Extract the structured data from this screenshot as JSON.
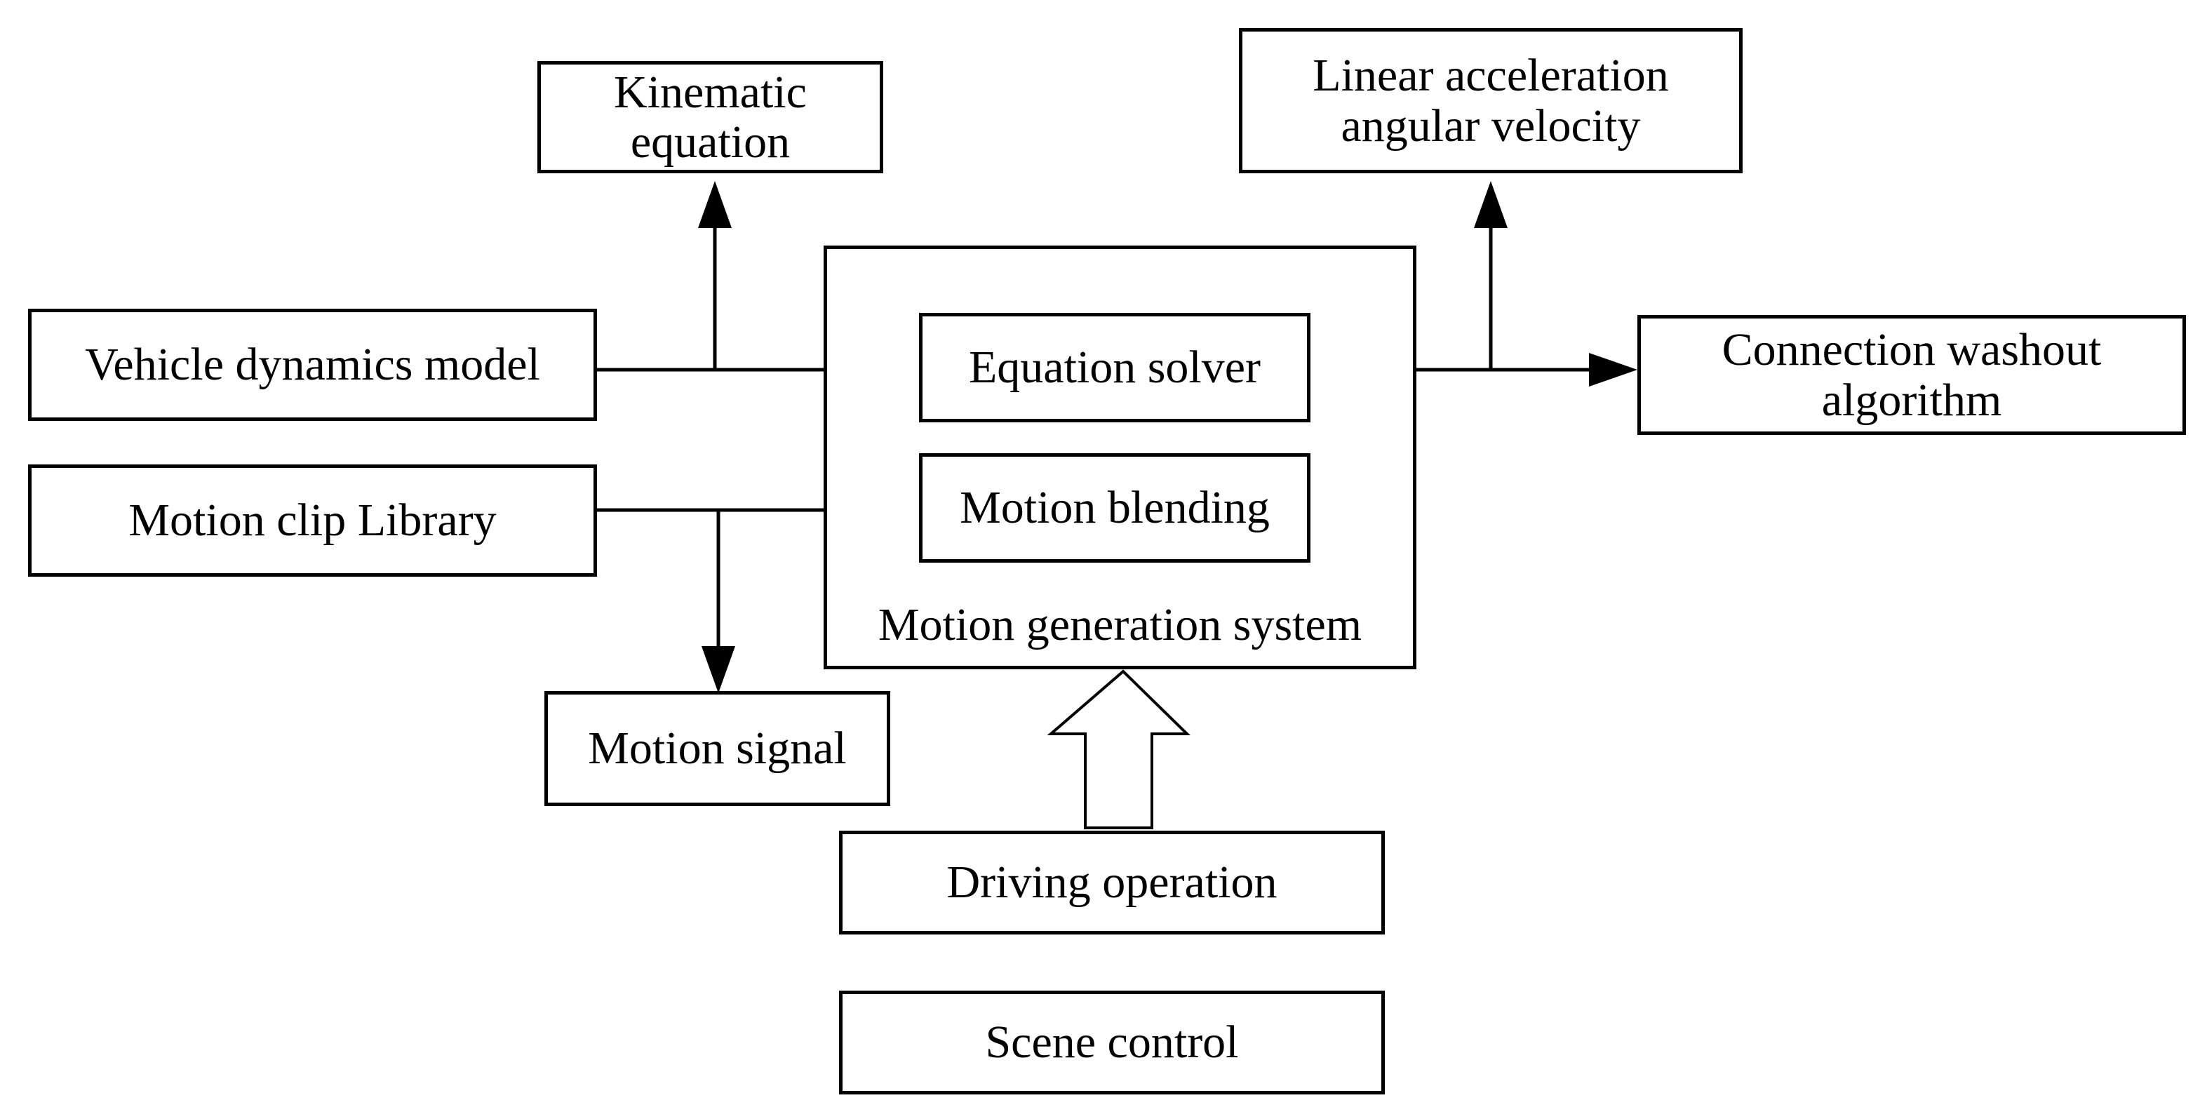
{
  "diagram": {
    "kinematic_equation": [
      "Kinematic",
      "equation"
    ],
    "linear_acceleration": [
      "Linear acceleration",
      "angular velocity"
    ],
    "vehicle_dynamics_model": "Vehicle dynamics model",
    "equation_solver": "Equation solver",
    "connection_washout": [
      "Connection washout",
      "algorithm"
    ],
    "motion_clip_library": "Motion clip Library",
    "motion_blending": "Motion blending",
    "motion_generation_system": "Motion generation system",
    "motion_signal": "Motion signal",
    "driving_operation": "Driving operation",
    "scene_control": "Scene control"
  }
}
